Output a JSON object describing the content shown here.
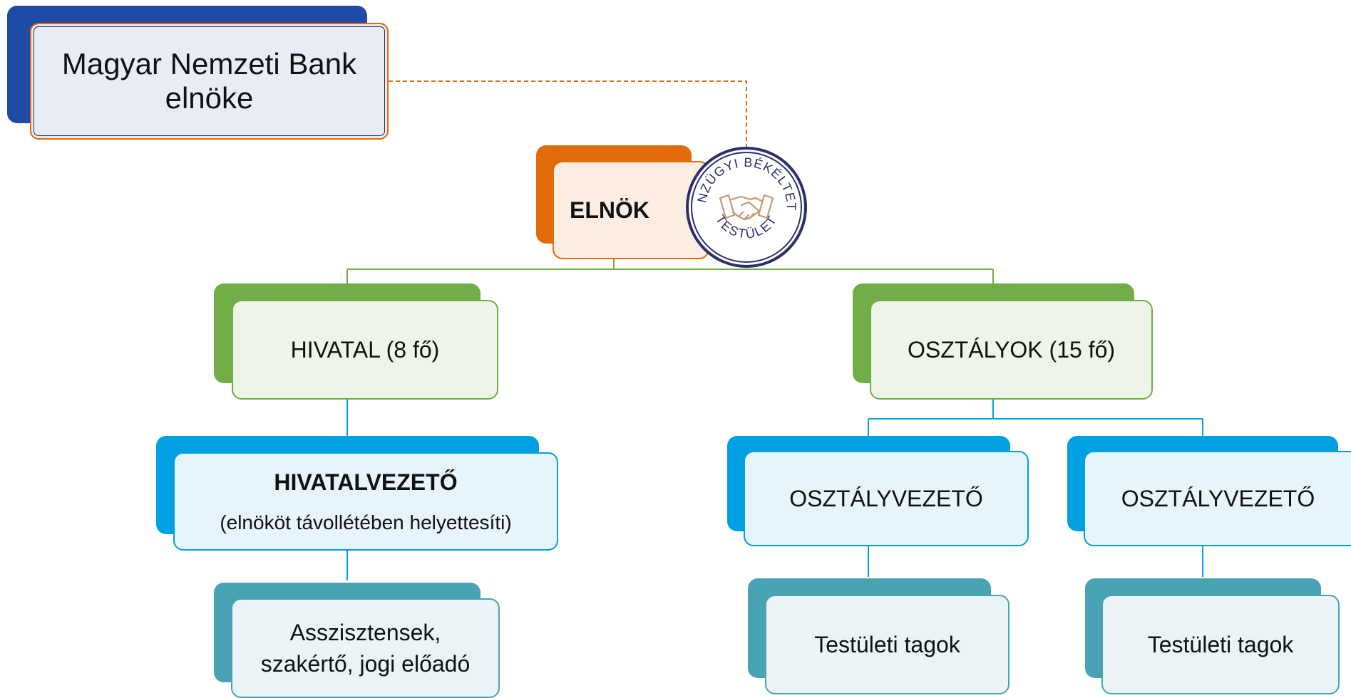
{
  "mnb": {
    "line1": "Magyar Nemzeti Bank",
    "line2": "elnöke"
  },
  "elnok": {
    "label": "ELNÖK"
  },
  "logo": {
    "ring_text": "PÉNZÜGYI BÉKÉLTETŐ TESTÜLET",
    "icon": "handshake-icon"
  },
  "hivatal": {
    "label": "HIVATAL (8 fő)"
  },
  "osztalyok": {
    "label": "OSZTÁLYOK (15 fő)"
  },
  "hivatalvezeto": {
    "title": "HIVATALVEZETŐ",
    "subtitle": "(elnököt távollétében helyettesíti)"
  },
  "osztalyvezeto_1": {
    "label": "OSZTÁLYVEZETŐ"
  },
  "osztalyvezeto_2": {
    "label": "OSZTÁLYVEZETŐ"
  },
  "asszisztensek": {
    "line1": "Asszisztensek,",
    "line2": "szakértő, jogi előadó"
  },
  "testuleti_1": {
    "label": "Testületi tagok"
  },
  "testuleti_2": {
    "label": "Testületi tagok"
  },
  "colors": {
    "navy": "#1f4aa6",
    "orange": "#e36c0a",
    "green": "#70ad47",
    "blue": "#00a0e3",
    "teal": "#4aa3b5"
  }
}
